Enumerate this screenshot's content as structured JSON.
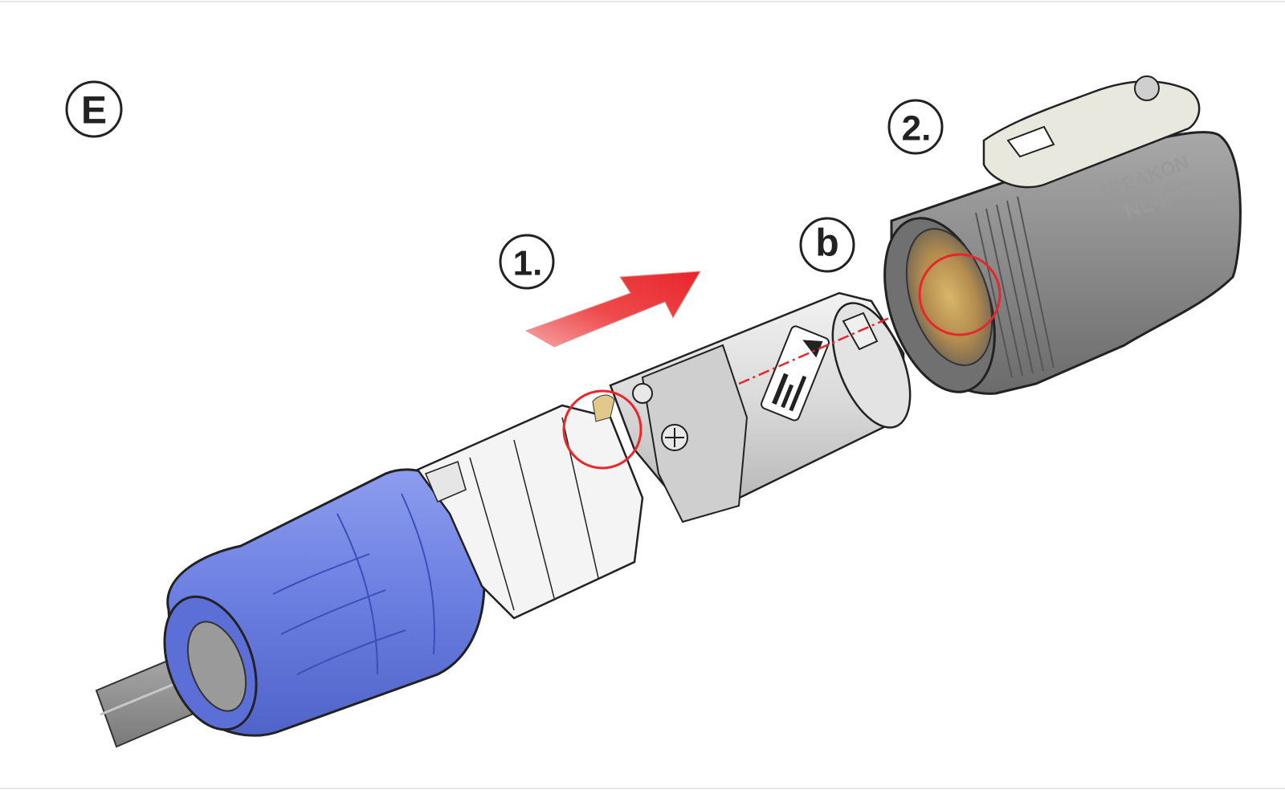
{
  "figure": {
    "step_label_E": "E",
    "step_label_1": "1.",
    "step_label_2": "2.",
    "part_label_b": "b"
  },
  "housing": {
    "brand": "SPEAKON",
    "model": "NL4FC"
  },
  "colors": {
    "accent_red": "#e8262b",
    "boot_blue": "#6a7ee0",
    "housing_gray": "#7d7d7d",
    "insert_silver": "#d4d4d4",
    "latch_cream": "#e9e8df",
    "cable_gray": "#9c9c9c",
    "highlight_gold": "#d8b66a"
  }
}
